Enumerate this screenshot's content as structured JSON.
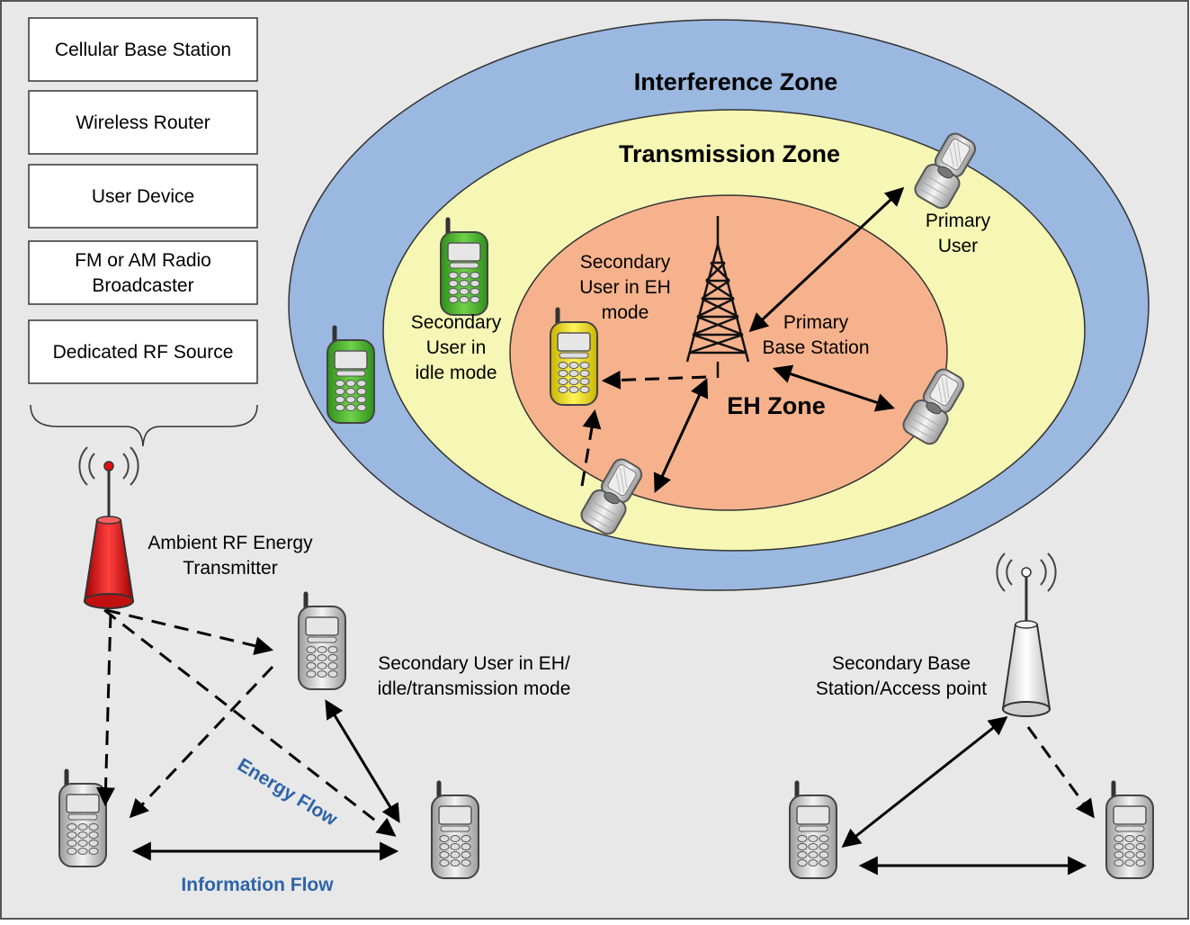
{
  "legend": {
    "sources": [
      "Cellular Base Station",
      "Wireless Router",
      "User Device"
    ],
    "fm_line1": "FM or AM Radio",
    "fm_line2": "Broadcaster",
    "dedicated": "Dedicated RF Source"
  },
  "zones": {
    "interference": "Interference Zone",
    "transmission": "Transmission Zone",
    "eh": "EH Zone"
  },
  "labels": {
    "primary_user": [
      "Primary",
      "User"
    ],
    "primary_bs": [
      "Primary",
      "Base Station"
    ],
    "su_eh": [
      "Secondary",
      "User in EH",
      "mode"
    ],
    "su_idle": [
      "Secondary",
      "User in",
      "idle mode"
    ],
    "ambient": [
      "Ambient RF Energy",
      "Transmitter"
    ],
    "su_mode": [
      "Secondary User in EH/",
      "idle/transmission mode"
    ],
    "secondary_bs": [
      "Secondary Base",
      "Station/Access point"
    ]
  },
  "flows": {
    "energy": "Energy Flow",
    "information": "Information Flow"
  },
  "colors": {
    "background": "#e8e8e8",
    "interference_zone": "#9ab8e0",
    "transmission_zone": "#f6f7b4",
    "eh_zone": "#f6b28c",
    "flow_label": "#2e64a8",
    "ambient_tx": "#e01010",
    "green_phone": "#4fb82a",
    "yellow_phone": "#f0e01c"
  }
}
